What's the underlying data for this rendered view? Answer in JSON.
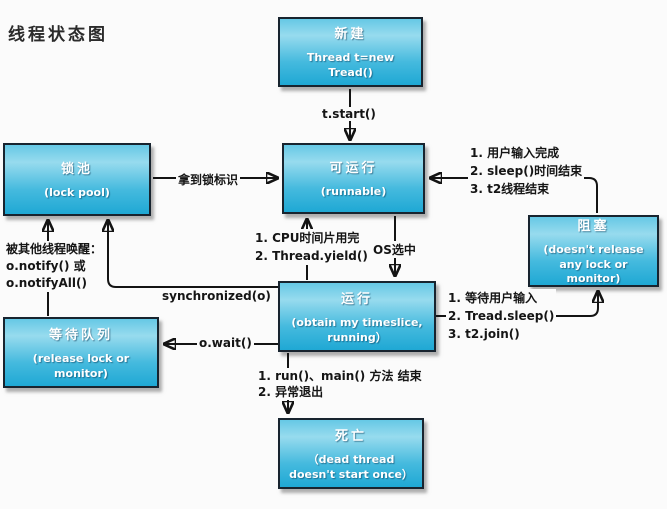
{
  "title": "线程状态图",
  "nodes": {
    "new": {
      "title": "新建",
      "subtitle": "Thread t=new Tread()"
    },
    "runnable": {
      "title": "可运行",
      "subtitle": "(runnable)"
    },
    "lock_pool": {
      "title": "锁池",
      "subtitle": "(lock pool)"
    },
    "blocked": {
      "title": "阻塞",
      "subtitle": "(doesn't release any lock or monitor)"
    },
    "running": {
      "title": "运行",
      "subtitle": "(obtain my timeslice, running）"
    },
    "wait_queue": {
      "title": "等待队列",
      "subtitle": "(release lock or monitor)"
    },
    "dead": {
      "title": "死亡",
      "subtitle": "（dead thread doesn't start once）"
    }
  },
  "edge_labels": {
    "t_start": "t.start()",
    "acquire_lock": "拿到锁标识",
    "os_selected": "OS选中",
    "synchronized": "synchronized(o)",
    "o_wait": "o.wait()",
    "blocked_to_runnable": {
      "l1": "1. 用户输入完成",
      "l2": "2. sleep()时间结束",
      "l3": "3. t2线程结束"
    },
    "running_to_runnable": {
      "l1": "1. CPU时间片用完",
      "l2": "2. Thread.yield()"
    },
    "wake_up": {
      "l1": "被其他线程唤醒：",
      "l2": "o.notify() 或",
      "l3": "o.notifyAll()"
    },
    "running_to_blocked": {
      "l1": "1. 等待用户输入",
      "l2": "2. Tread.sleep()",
      "l3": "3. t2.join()"
    },
    "running_to_dead": {
      "l1": "1. run()、main() 方法 结束",
      "l2": "2. 异常退出"
    }
  },
  "colors": {
    "box_gradient_top": "#97dbee",
    "box_gradient_bottom": "#1fa8d4",
    "box_border": "#18242f",
    "arrow": "#141414",
    "background": "#fbfbfb",
    "box_text": "#ffffff"
  }
}
